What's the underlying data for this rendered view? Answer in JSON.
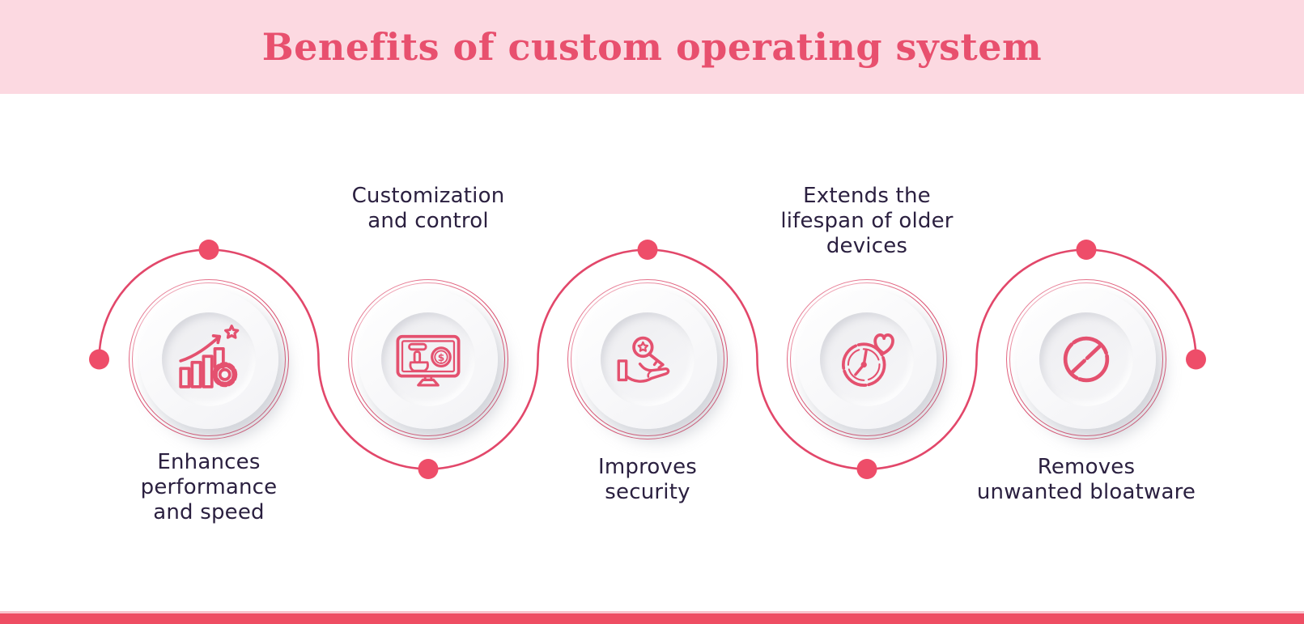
{
  "title": "Benefits of custom operating system",
  "theme": {
    "header_bg": "#fcd9e1",
    "title_color": "#e8506e",
    "accent": "#dd4a6b",
    "icon_stroke": "#e4516f",
    "dot_color": "#ee4d69",
    "label_color": "#2b2040",
    "bottom_bar_color": "#ee4d63",
    "body_bg": "#ffffff"
  },
  "steps": [
    {
      "id": 1,
      "label": "Enhances\nperformance\nand speed",
      "icon": "performance-growth-icon",
      "label_position": "below"
    },
    {
      "id": 2,
      "label": "Customization\nand control",
      "icon": "monitor-customize-icon",
      "label_position": "above"
    },
    {
      "id": 3,
      "label": "Improves\nsecurity",
      "icon": "security-key-icon",
      "label_position": "below"
    },
    {
      "id": 4,
      "label": "Extends the\nlifespan of older\ndevices",
      "icon": "clock-heart-icon",
      "label_position": "above"
    },
    {
      "id": 5,
      "label": "Removes\nunwanted bloatware",
      "icon": "no-bloatware-icon",
      "label_position": "below"
    }
  ],
  "icon_dollar_glyph": "$"
}
